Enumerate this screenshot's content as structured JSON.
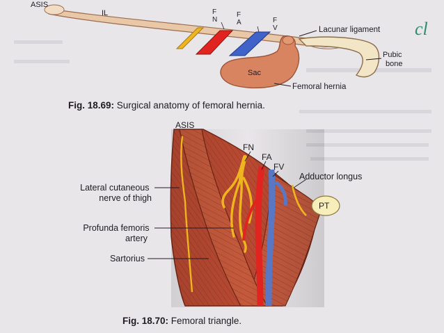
{
  "figure_top": {
    "labels": {
      "asis": "ASIS",
      "il": "IL",
      "fn": "F\nN",
      "fa": "F\nA",
      "fv": "F\nV",
      "lacunar": "Lacunar ligament",
      "pubic": "Pubic\nbone",
      "sac": "Sac",
      "hernia": "Femoral hernia",
      "handwriting": "cl"
    },
    "caption_bold": "Fig. 18.69:",
    "caption_text": " Surgical anatomy of femoral hernia."
  },
  "figure_bottom": {
    "labels": {
      "asis": "ASIS",
      "fn": "FN",
      "fa": "FA",
      "fv": "FV",
      "adductor": "Adductor longus",
      "lcn": "Lateral cutaneous\nnerve of thigh",
      "pfa": "Profunda femoris\nartery",
      "sartorius": "Sartorius",
      "pt": "PT"
    },
    "caption_bold": "Fig. 18.70:",
    "caption_text": " Femoral triangle."
  },
  "colors": {
    "page": "#e9e6ea",
    "muscle": "#b84a32",
    "nerve": "#efb51e",
    "artery": "#e22420",
    "vein": "#5a77c4",
    "sac": "#d98461",
    "ligament": "#e9c8a8",
    "bone": "#f7eebc"
  }
}
